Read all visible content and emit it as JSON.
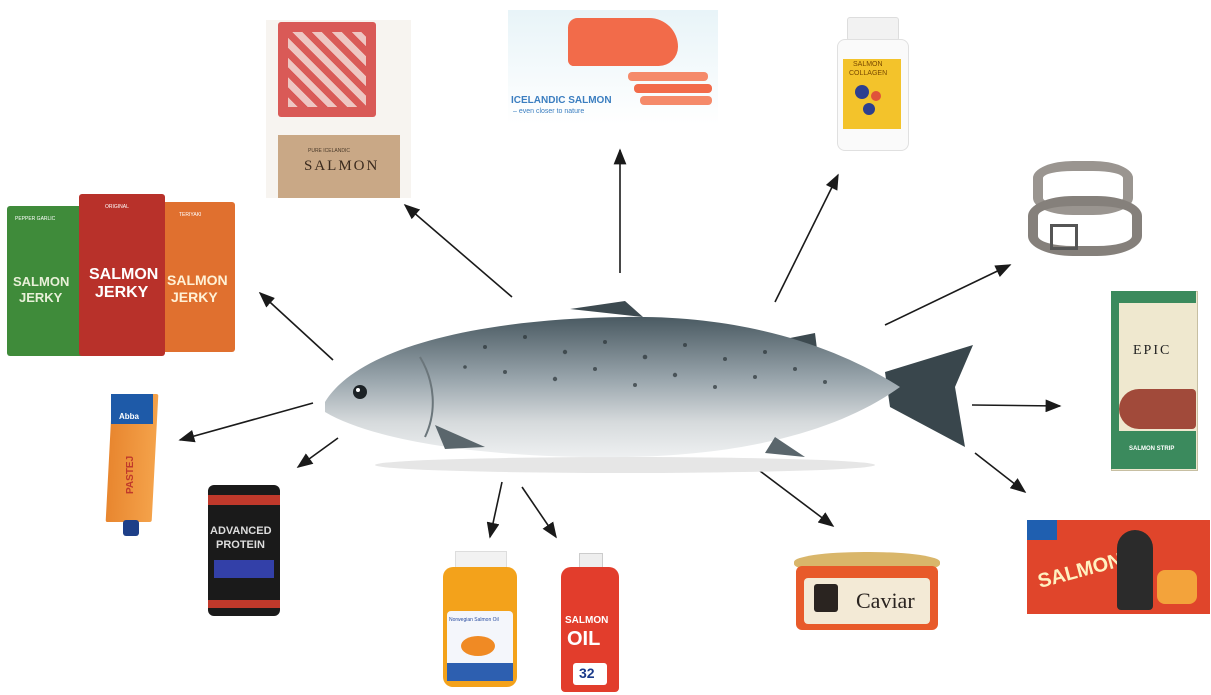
{
  "center": {
    "subject": "salmon-icon"
  },
  "products": {
    "gift_box": {
      "line1": "PURE ICELANDIC",
      "line2": "SALMON"
    },
    "fillet": {
      "title": "ICELANDIC SALMON",
      "tagline": "– even closer to nature"
    },
    "supplement": {
      "line1": "SALMON",
      "line2": "COLLAGEN"
    },
    "belt": {
      "icon": "fish-leather-belt-icon"
    },
    "jerky": {
      "bags": [
        {
          "flavor": "PEPPER GARLIC",
          "line1": "SALMON",
          "line2": "JERKY",
          "color": "#3f8b3a"
        },
        {
          "flavor": "ORIGINAL",
          "line1": "SALMON",
          "line2": "JERKY",
          "color": "#b8312a"
        },
        {
          "flavor": "TERIYAKI",
          "line1": "SALMON",
          "line2": "JERKY",
          "color": "#e0702f"
        }
      ]
    },
    "epic": {
      "brand": "EPIC",
      "line1": "SALMON STRIP"
    },
    "paste": {
      "brand": "Abba",
      "label": "PASTEJ"
    },
    "protein": {
      "line1": "ADVANCED",
      "line2": "PROTEIN"
    },
    "fish_oil_caps": {
      "label": "Norwegian Salmon Oil"
    },
    "salmon_oil": {
      "line1": "SALMON",
      "line2": "OIL",
      "count": "32"
    },
    "caviar": {
      "label": "Caviar"
    },
    "snack_pack": {
      "label": "SALMON"
    }
  },
  "colors": {
    "arrow": "#1a1a1a",
    "salmon_flesh": "#f26b4a",
    "fish_body": "#8f9ca4"
  }
}
